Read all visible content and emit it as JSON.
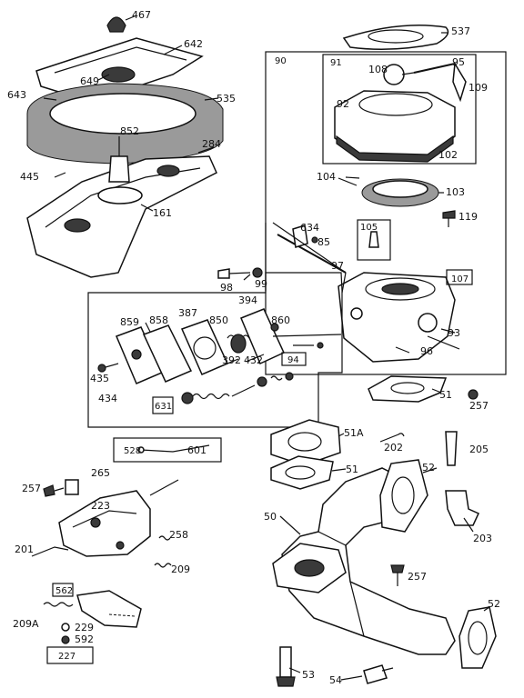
{
  "parts": {
    "p467": "467",
    "p642": "642",
    "p649": "649",
    "p643": "643",
    "p535": "535",
    "p852": "852",
    "p284": "284",
    "p445": "445",
    "p161": "161",
    "p537": "537",
    "p90": "90",
    "p91": "91",
    "p108": "108",
    "p95": "95",
    "p109": "109",
    "p92": "92",
    "p102": "102",
    "p104": "104",
    "p103": "103",
    "p119": "119",
    "p105": "105",
    "p634": "634",
    "p85": "85",
    "p97": "97",
    "p98": "98",
    "p99": "99",
    "p107": "107",
    "p387": "387",
    "p394": "394",
    "p859": "859",
    "p858": "858",
    "p850": "850",
    "p860": "860",
    "p93": "93",
    "p392": "392",
    "p432": "432",
    "p94": "94",
    "p96": "96",
    "p435": "435",
    "p434": "434",
    "p631": "631",
    "p51": "51",
    "p257": "257",
    "p51a": "51A",
    "p202": "202",
    "p205": "205",
    "p528": "528",
    "p601": "601",
    "p52": "52",
    "p50": "50",
    "p203": "203",
    "p265": "265",
    "p257b": "257",
    "p223": "223",
    "p258": "258",
    "p201": "201",
    "p209": "209",
    "p562": "562",
    "p209a": "209A",
    "p229": "229",
    "p592": "592",
    "p227": "227",
    "p257c": "257",
    "p52b": "52",
    "p53": "53",
    "p54": "54",
    "p51b": "51"
  }
}
